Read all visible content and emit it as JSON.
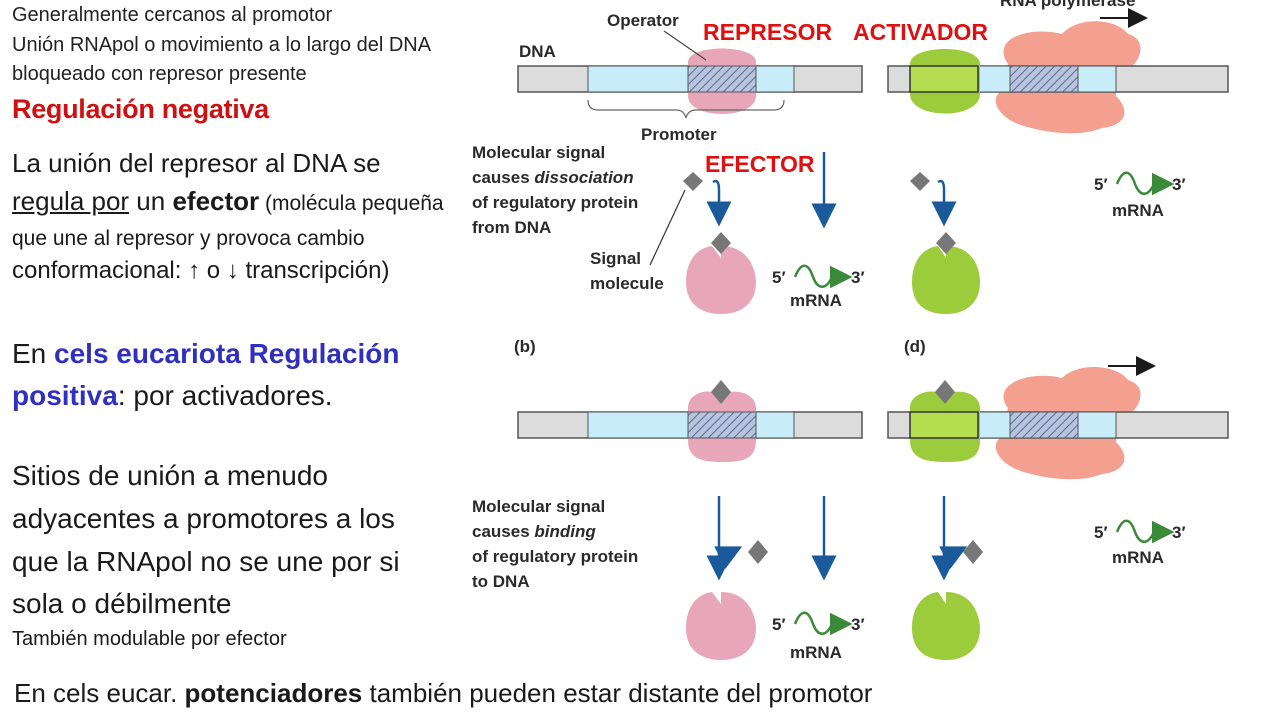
{
  "left": {
    "line1": "Generalmente cercanos al promotor",
    "line2": "Unión RNApol o movimiento a lo largo del DNA",
    "line3": "bloqueado con represor  presente",
    "heading": "Regulación negativa",
    "p1_a": "La unión del represor al DNA se",
    "p1_b_underline": "regula por",
    "p1_b_mid": " un ",
    "p1_b_bold": "efector",
    "p1_b_small": " (molécula pequeña",
    "p1_c": "que une al represor y provoca cambio",
    "p1_d": "conformacional: ↑ o ↓ transcripción)",
    "p2_a_pre": "En ",
    "p2_a_blue": "cels eucariota Regulación",
    "p2_b_blue": "positiva",
    "p2_b_rest": ": por activadores.",
    "p3_a": "Sitios  de unión  a menudo",
    "p3_b": "adyacentes  a promotores a los",
    "p3_c": "que la RNApol no se une por si",
    "p3_d": "sola  o débilmente",
    "p3_e": "También modulable por efector",
    "bottom_pre": "En cels eucar. ",
    "bottom_bold": "potenciadores",
    "bottom_rest": " también pueden estar distante del promotor"
  },
  "figure": {
    "dna": "DNA",
    "operator": "Operator",
    "promoter": "Promoter",
    "rna_polymerase": "RNA polymerase",
    "represor": "REPRESOR",
    "activador": "ACTIVADOR",
    "efector": "EFECTOR",
    "signal_molecule_1": "Signal",
    "signal_molecule_2": "molecule",
    "dissoc_1": "Molecular signal",
    "dissoc_2a": "causes ",
    "dissoc_2b": "dissociation",
    "dissoc_3": "of regulatory protein",
    "dissoc_4": "from DNA",
    "bind_1": "Molecular signal",
    "bind_2a": "causes ",
    "bind_2b": "binding",
    "bind_3": "of regulatory protein",
    "bind_4": "to DNA",
    "label_b": "(b)",
    "label_d": "(d)",
    "five_prime": "5′",
    "three_prime": "3′",
    "mrna": "mRNA"
  },
  "colors": {
    "repressor": "#e8a6bb",
    "activator": "#9ccc3c",
    "rna_polymerase": "#f4a090",
    "dna_gray": "#dcdcdc",
    "promoter_blue": "#c8ecf8",
    "arrow_blue": "#1a5a9a",
    "mrna_green": "#3a8a3a",
    "heading_red": "#d01010",
    "accent_blue": "#3030c0"
  }
}
